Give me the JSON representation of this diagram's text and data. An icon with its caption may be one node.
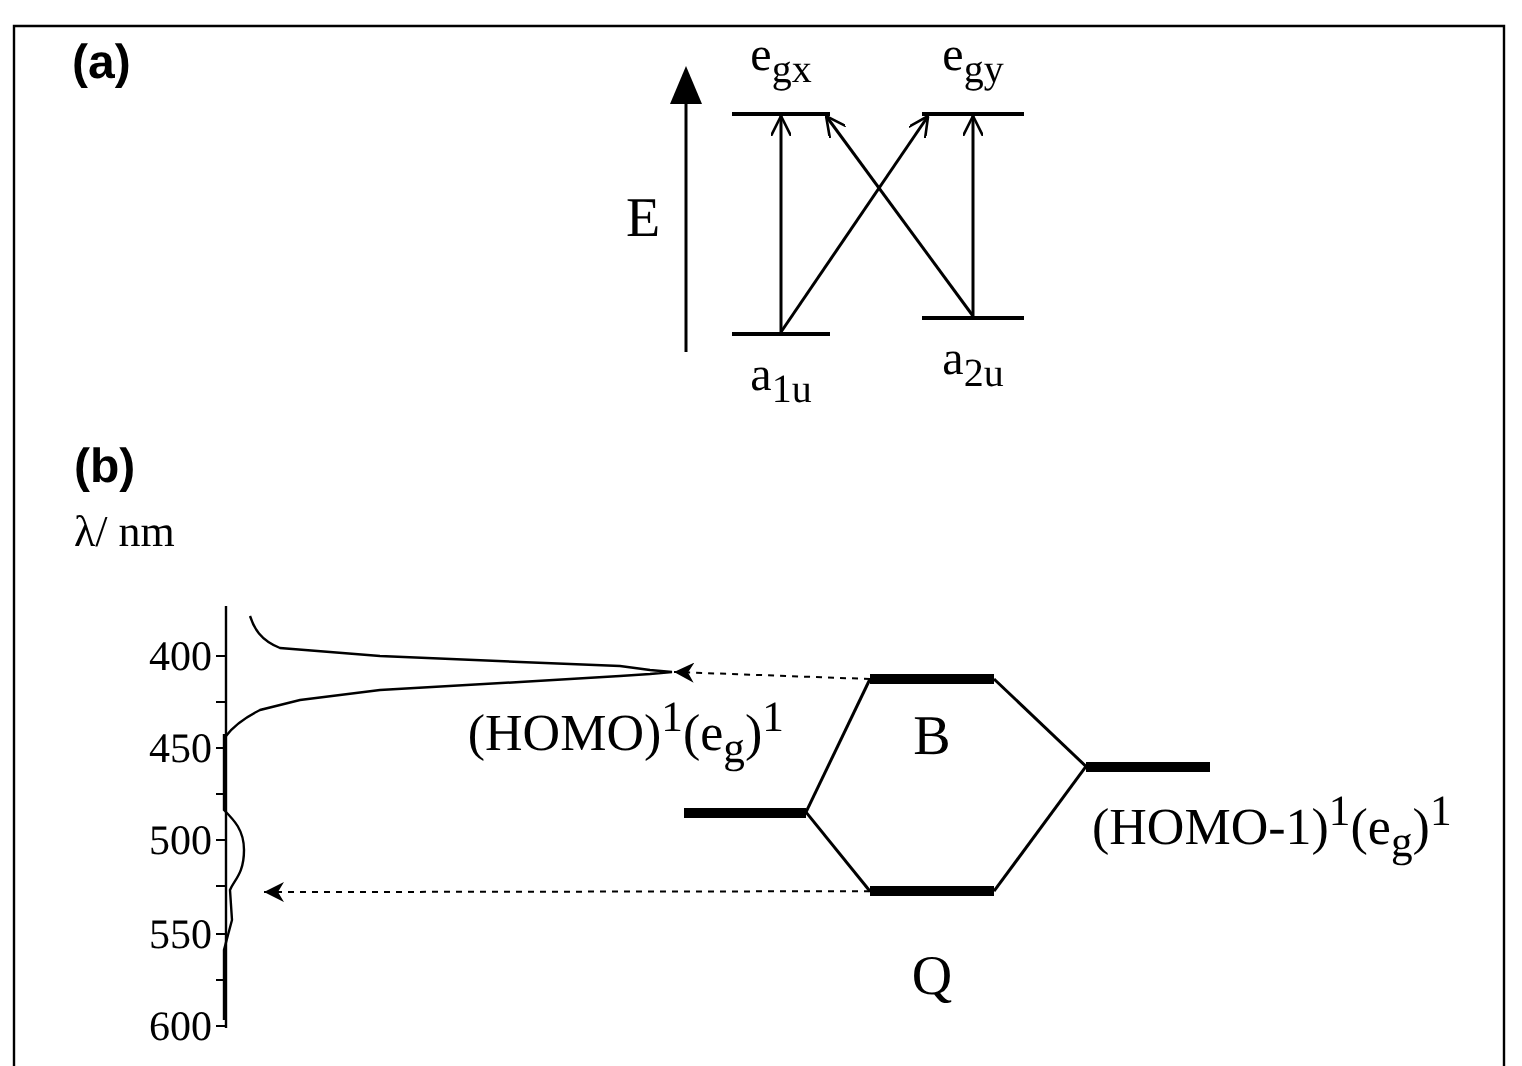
{
  "diagram": {
    "nodes": [
      {
        "text": [
          "e$_{gx}$"
        ]
      },
      {
        "text": [
          "e$_{gy}$"
        ]
      },
      {
        "text": [
          "a$_{1u}$"
        ]
      },
      {
        "text": [
          "a$_{2u}$"
        ]
      },
      {
        "text": [
          "B"
        ]
      },
      {
        "text": [
          "(HOMO)$^{1}$(e$_{g}$)$^{1}$"
        ]
      },
      {
        "text": [
          "(HOMO-1)$^{1}$(e$_{g}$)$^{1}$"
        ]
      },
      {
        "text": [
          "Q"
        ]
      },
      {
        "text": [],
        "shape": "picture"
      },
      {
        "text": [],
        "shape": "picture"
      }
    ],
    "edges": [
      {
        "from": 2,
        "to": 0,
        "arrow": "to"
      },
      {
        "from": 2,
        "to": 1,
        "arrow": "to"
      },
      {
        "from": 3,
        "to": 0,
        "arrow": "to"
      },
      {
        "from": 3,
        "to": 1,
        "arrow": "to"
      },
      {
        "from": 5,
        "to": 4,
        "arrow": "none"
      },
      {
        "from": 5,
        "to": 7,
        "arrow": "none"
      },
      {
        "from": 4,
        "to": 6,
        "arrow": "none"
      },
      {
        "from": 7,
        "to": 6,
        "arrow": "none"
      },
      {
        "from": 4,
        "to": 8,
        "arrow": "to",
        "style": "dashed"
      },
      {
        "from": 7,
        "to": 9,
        "arrow": "to",
        "style": "dashed"
      }
    ],
    "labels": [
      "(a)",
      "E",
      "(b)",
      "λ/ nm",
      "400",
      "450",
      "500",
      "550",
      "600"
    ]
  }
}
